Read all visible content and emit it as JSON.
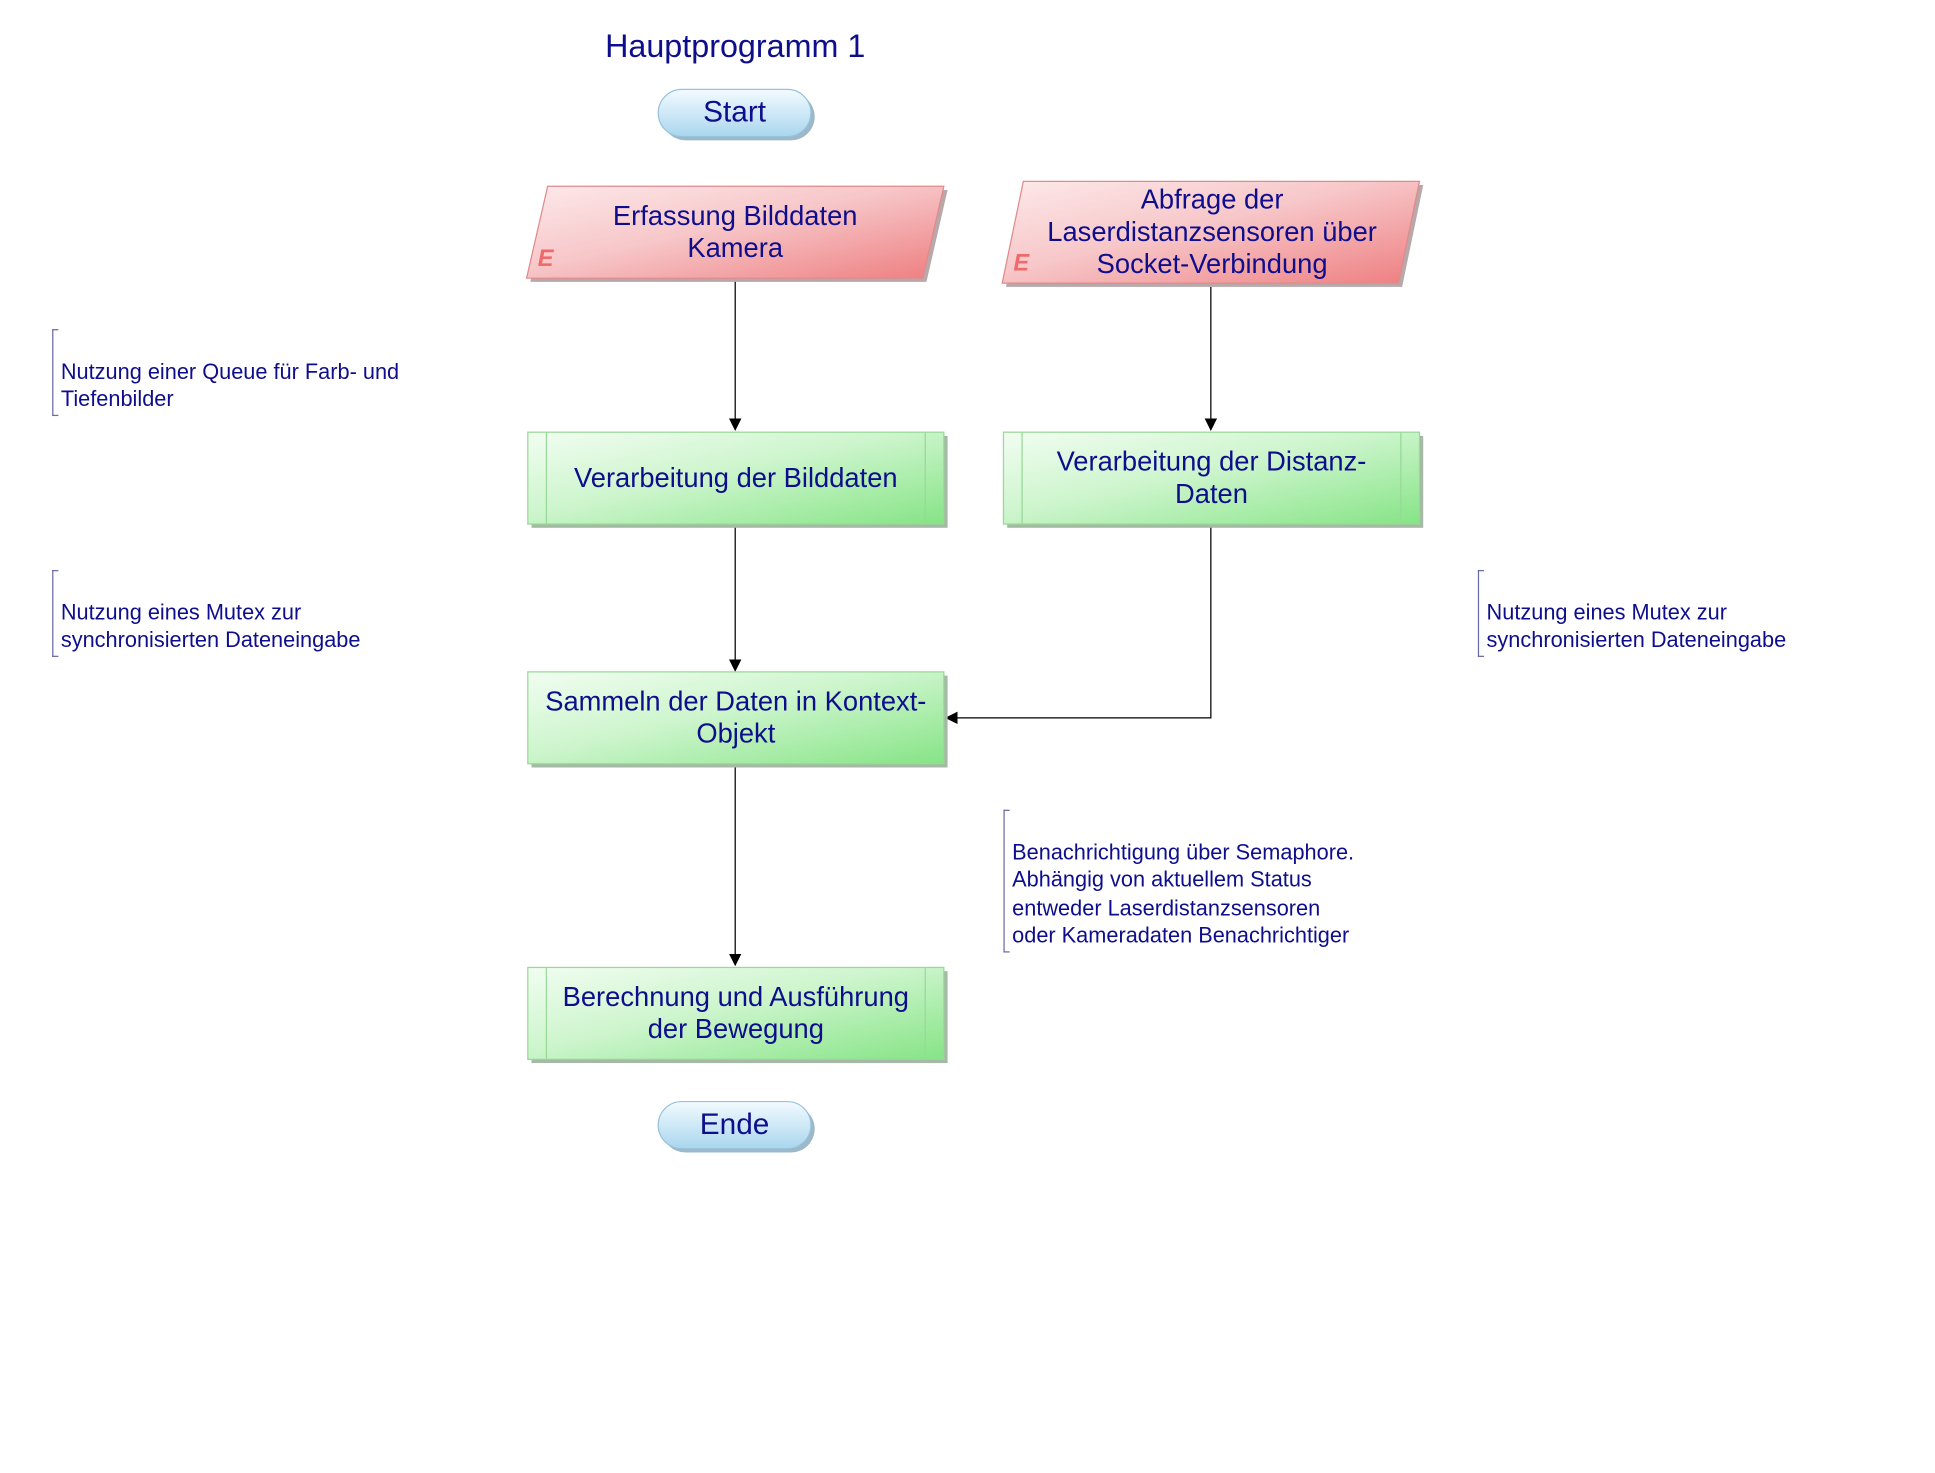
{
  "title": "Hauptprogramm 1",
  "terminals": {
    "start": "Start",
    "end": "Ende"
  },
  "inputs": [
    {
      "label": "Erfassung Bilddaten Kamera",
      "marker": "E"
    },
    {
      "label": "Abfrage der Laserdistanzsensoren über Socket-Verbindung",
      "marker": "E"
    }
  ],
  "processes": {
    "image": "Verarbeitung der Bilddaten",
    "distance": "Verarbeitung der Distanz-Daten",
    "collect": "Sammeln der Daten in Kontext-Objekt",
    "compute": "Berechnung und Ausführung der Bewegung"
  },
  "notes": {
    "queue": "Nutzung einer Queue für Farb- und\nTiefenbilder",
    "mutex_left": "Nutzung eines Mutex zur\nsynchronisierten Dateneingabe",
    "mutex_right": "Nutzung eines Mutex zur\nsynchronisierten Dateneingabe",
    "semaphore": "Benachrichtigung über Semaphore.\nAbhängig von aktuellem Status\nentweder Laserdistanzsensoren\noder Kameradaten Benachrichtiger"
  },
  "colors": {
    "terminal_fill": "#cfe9f6",
    "input_fill": "#f08a8a",
    "process_fill": "#8fe88f",
    "text": "#0e0e8c",
    "connector": "#000000"
  }
}
